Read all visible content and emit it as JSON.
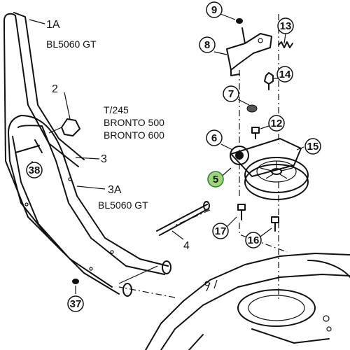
{
  "labels": {
    "part_1a": "1A",
    "model_1a": "BL5060 GT",
    "part_2": "2",
    "model_t245": "T/245",
    "model_bronto500": "BRONTO 500",
    "model_bronto600": "BRONTO 600",
    "part_3": "3",
    "part_3a": "3A",
    "model_3a": "BL5060 GT",
    "part_4": "4"
  },
  "callouts": {
    "c5": "5",
    "c6": "6",
    "c7": "7",
    "c8": "8",
    "c9": "9",
    "c12": "12",
    "c13": "13",
    "c14": "14",
    "c15": "15",
    "c16": "16",
    "c17": "17",
    "c37": "37",
    "c38": "38"
  },
  "colors": {
    "line": "#111111",
    "highlight_fill": "#9fd67a",
    "highlight_stroke": "#2e7d32",
    "background": "#ffffff"
  }
}
